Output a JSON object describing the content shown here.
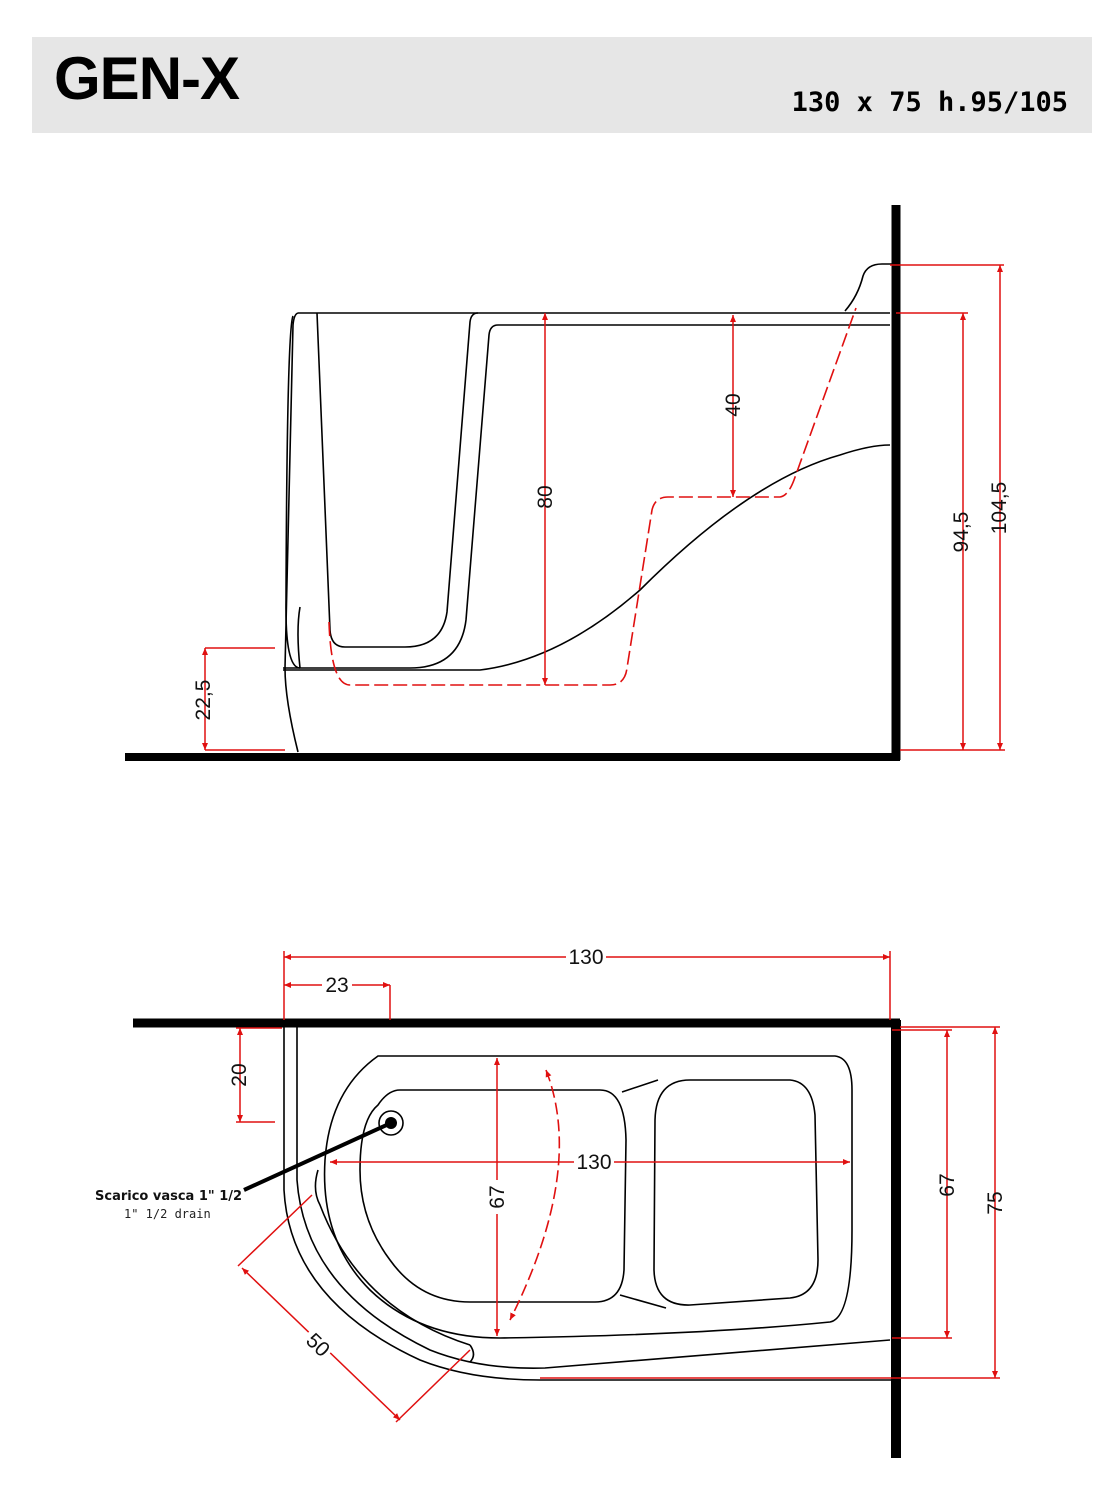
{
  "header": {
    "title": "GEN-X",
    "dimensions": "130 x 75 h.95/105"
  },
  "side_view": {
    "dim_80": "80",
    "dim_40": "40",
    "dim_22_5": "22,5",
    "dim_94_5": "94,5",
    "dim_104_5": "104,5"
  },
  "top_view": {
    "dim_130_top": "130",
    "dim_23": "23",
    "dim_20": "20",
    "dim_130_inner": "130",
    "dim_67_inner": "67",
    "dim_67_right": "67",
    "dim_75": "75",
    "dim_50": "50",
    "drain_label_it": "Scarico vasca 1\" 1/2",
    "drain_label_en": "1\" 1/2  drain"
  },
  "colors": {
    "dimension": "#e01010",
    "outline": "#000000",
    "header_bg": "#e6e6e6"
  }
}
